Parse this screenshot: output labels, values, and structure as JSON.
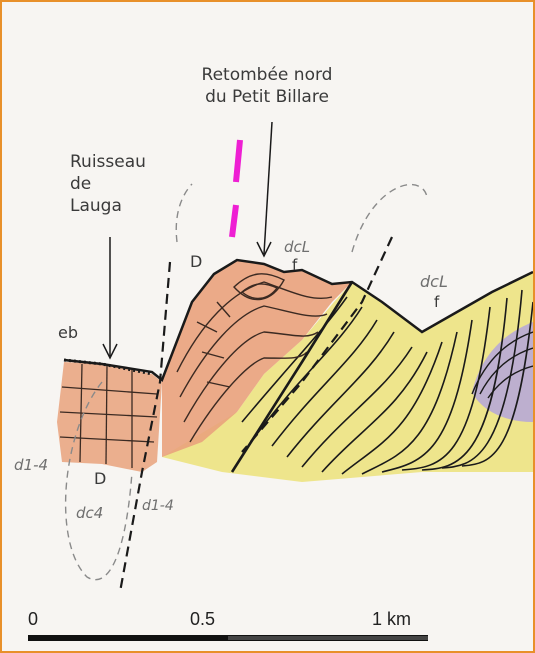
{
  "labels": {
    "top_title_line1": "Retombée nord",
    "top_title_line2": "du Petit Billare",
    "ruisseau_line1": "Ruisseau",
    "ruisseau_line2": "de",
    "ruisseau_line3": "Lauga"
  },
  "annotations": {
    "eb": "eb",
    "d_left": "D",
    "d_peak": "D",
    "f_mid": "f",
    "f_right": "f",
    "dcl_mid": "dcL",
    "dcl_right": "dcL",
    "d14_left": "d1-4",
    "d14_right": "d1-4",
    "dc4": "dc4"
  },
  "scale": {
    "tick_0": "0",
    "tick_05": "0.5",
    "tick_1": "1 km"
  },
  "colors": {
    "frame": "#e8902a",
    "magenta_marker": "#ee1fd3",
    "salmon_unit": "#e9a27c",
    "yellow_unit": "#ece27a",
    "violet_unit": "#b7a9d6",
    "ink": "#1a1a1a"
  }
}
